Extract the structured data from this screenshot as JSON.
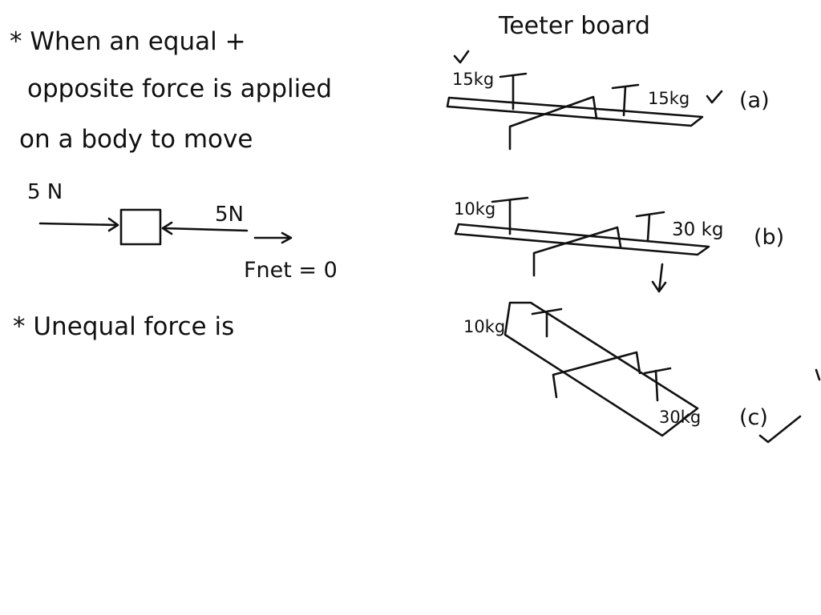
{
  "notes": {
    "line1": "* When an equal +",
    "line2": "opposite force is applied",
    "line3": "on a body to move",
    "line4": "* Unequal force is"
  },
  "force_diagram": {
    "left_force": "5 N",
    "right_force": "5N",
    "net_force": "Fnet = 0"
  },
  "teeter": {
    "title": "Teeter board",
    "a": {
      "left_mass": "15kg",
      "right_mass": "15kg",
      "label": "(a)"
    },
    "b": {
      "left_mass": "10kg",
      "right_mass": "30 kg",
      "label": "(b)"
    },
    "c": {
      "left_mass": "10kg",
      "right_mass": "30kg",
      "label": "(c)"
    }
  }
}
